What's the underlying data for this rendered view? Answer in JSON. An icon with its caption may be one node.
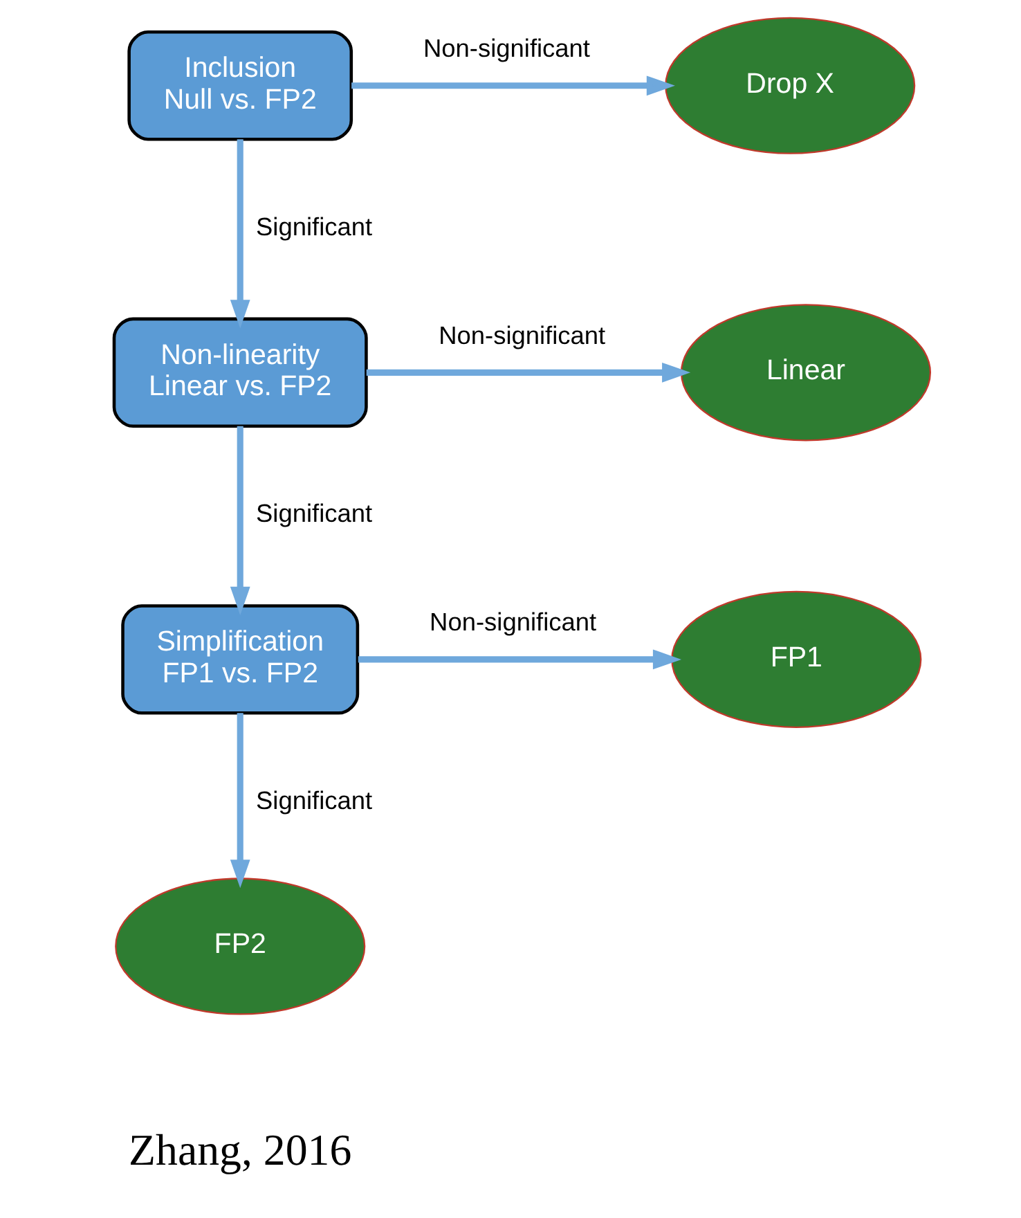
{
  "diagram": {
    "nodes": [
      {
        "text": [
          "Inclusion",
          "Null vs. FP2"
        ]
      },
      {
        "text": [
          "Drop X"
        ]
      },
      {
        "text": [
          "Non-linearity",
          "Linear vs. FP2"
        ]
      },
      {
        "text": [
          "Linear"
        ]
      },
      {
        "text": [
          "Simplification",
          "FP1 vs. FP2"
        ]
      },
      {
        "text": [
          "FP1"
        ]
      },
      {
        "text": [
          "FP2"
        ]
      }
    ],
    "edges": [
      {
        "from": 0,
        "to": 1,
        "arrow": "to",
        "label": "Non-significant"
      },
      {
        "from": 0,
        "to": 2,
        "arrow": "to",
        "label": "Significant"
      },
      {
        "from": 2,
        "to": 3,
        "arrow": "to",
        "label": "Non-significant"
      },
      {
        "from": 2,
        "to": 4,
        "arrow": "to",
        "label": "Significant"
      },
      {
        "from": 4,
        "to": 5,
        "arrow": "to",
        "label": "Non-significant"
      },
      {
        "from": 4,
        "to": 6,
        "arrow": "to",
        "label": "Significant"
      }
    ],
    "labels": [
      "Zhang, 2016"
    ]
  }
}
